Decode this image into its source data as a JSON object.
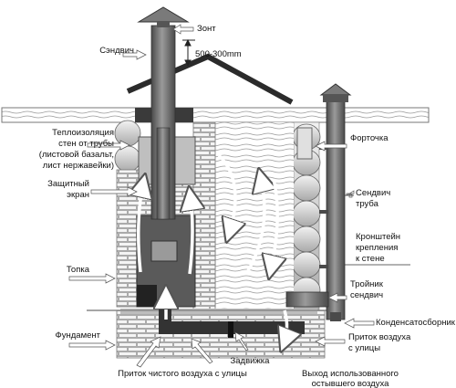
{
  "colors": {
    "pipe": "#6f6f6f",
    "pipe_dark": "#3d3d3d",
    "brick_fill": "#ffffff",
    "brick_stroke": "#888888",
    "log_fill": "#d9d9d9",
    "wood": "#c8c8c8",
    "arrow": "#ffffff",
    "roof": "#2b2b2b"
  },
  "labels": {
    "umbrella": "Зонт",
    "sandwich": "Сэндвич",
    "height_gap": "500-300mm",
    "insulation": [
      "Теплоизоляция",
      "стен от трубы",
      "(листовой базальт,",
      "лист нержавейки)"
    ],
    "shield": [
      "Защитный",
      "экран"
    ],
    "firebox": "Топка",
    "foundation": "Фундамент",
    "vent": "Форточка",
    "sandwich_pipe": [
      "Сендвич",
      "труба"
    ],
    "bracket": [
      "Кронштейн",
      "крепления",
      "к стене"
    ],
    "tee": [
      "Тройник",
      "сендвич"
    ],
    "condensate": "Конденсатосборник",
    "air_inlet_right": [
      "Приток воздуха",
      "с улицы"
    ],
    "damper": "Задвижка",
    "air_inlet_bottom": "Приток чистого воздуха с улицы",
    "exhaust": [
      "Выход использованного",
      "остывшего воздуха"
    ]
  }
}
